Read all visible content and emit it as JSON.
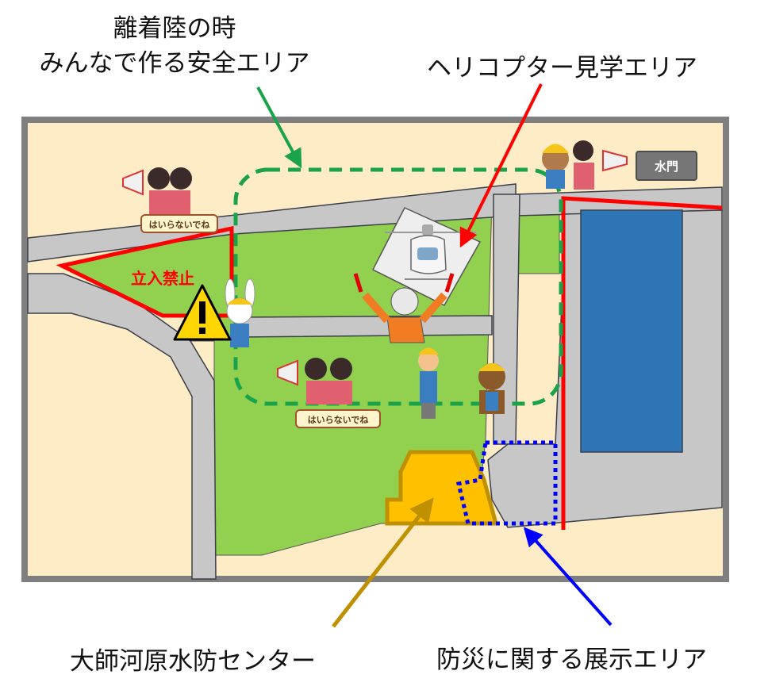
{
  "labels": {
    "safe_area_line1": "離着陸の時",
    "safe_area_line2": "みんなで作る安全エリア",
    "heli_area": "ヘリコプター見学エリア",
    "center": "大師河原水防センター",
    "exhibit": "防災に関する展示エリア",
    "no_entry": "立入禁止",
    "gate": "水門",
    "sign1": "はいらないでね",
    "sign2": "はいらないでね"
  },
  "colors": {
    "frame": "#7f7f7f",
    "land": "#fdecc6",
    "road": "#c8c7c8",
    "grass": "#92d050",
    "water": "#2e75b6",
    "restricted": "#ff0000",
    "safe_area": "#1aa34a",
    "exhibit": "#0000ff",
    "center": "#ffc000",
    "center_arrow": "#bf9000"
  },
  "icons": [
    "megaphone-icon",
    "warning-icon",
    "helicopter-icon",
    "person-icon"
  ]
}
